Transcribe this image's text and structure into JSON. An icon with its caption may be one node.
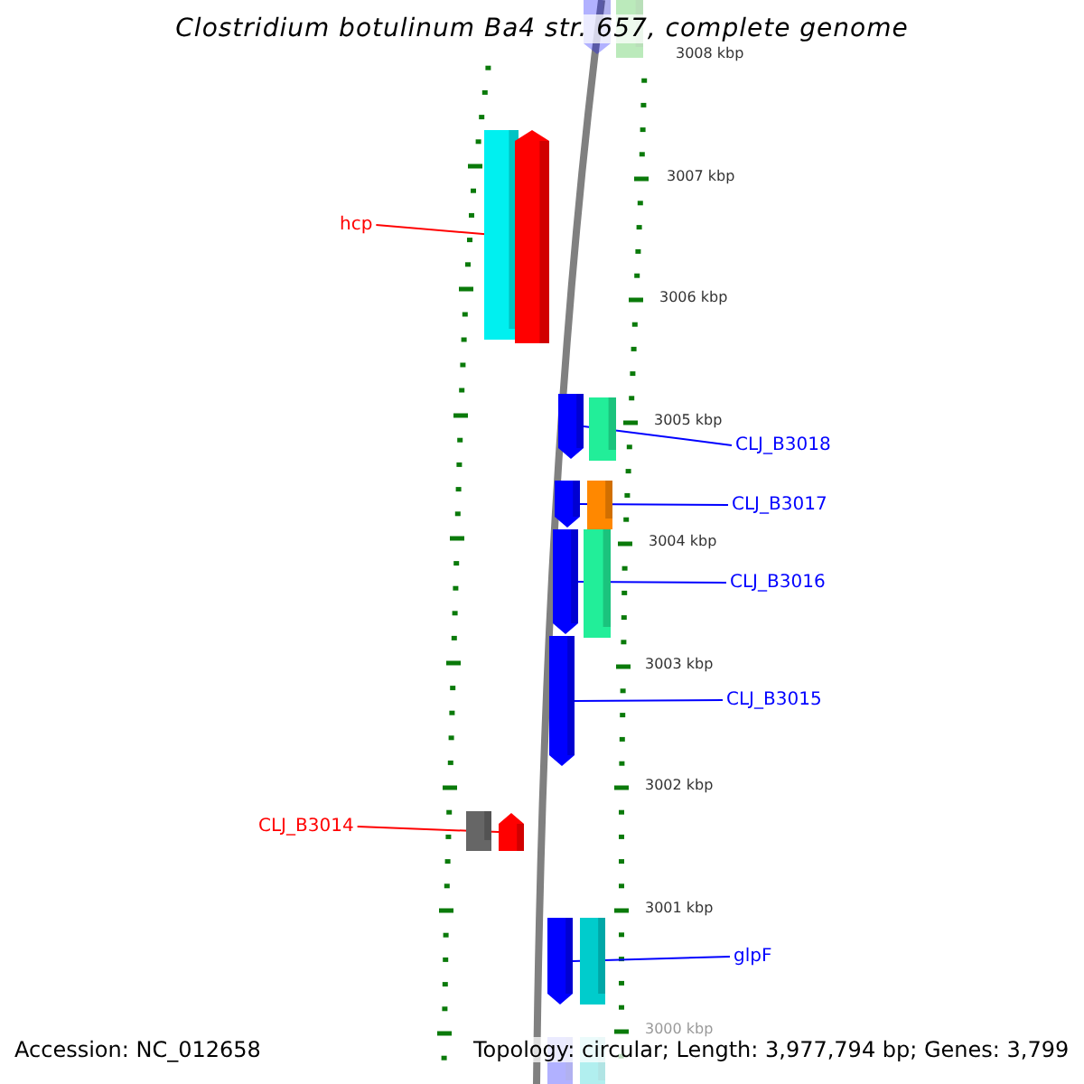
{
  "diagram": {
    "title": "Clostridium botulinum Ba4 str. 657, complete genome",
    "nodes": [
      {
        "text": [],
        "shape": "bar"
      },
      {
        "text": [],
        "shape": "bar"
      },
      {
        "text": [],
        "shape": "bar"
      },
      {
        "text": [],
        "shape": "bar"
      },
      {
        "text": [
          "hcp"
        ]
      },
      {
        "text": [],
        "shape": "bar"
      },
      {
        "text": [],
        "shape": "bar"
      },
      {
        "text": [
          "CLJ_B3018"
        ]
      },
      {
        "text": [],
        "shape": "bar"
      },
      {
        "text": [],
        "shape": "bar"
      },
      {
        "text": [
          "CLJ_B3017"
        ]
      },
      {
        "text": [],
        "shape": "bar"
      },
      {
        "text": [],
        "shape": "bar"
      },
      {
        "text": [
          "CLJ_B3016"
        ]
      },
      {
        "text": [],
        "shape": "bar"
      },
      {
        "text": [
          "CLJ_B3015"
        ]
      },
      {
        "text": [],
        "shape": "bar"
      },
      {
        "text": [],
        "shape": "bar"
      },
      {
        "text": [
          "CLJ_B3014"
        ]
      },
      {
        "text": [],
        "shape": "bar"
      },
      {
        "text": [],
        "shape": "bar"
      },
      {
        "text": [
          "glpF"
        ]
      },
      {
        "text": [],
        "shape": "bar"
      },
      {
        "text": [],
        "shape": "bar"
      }
    ],
    "edges": [
      {
        "from": 4,
        "to": 3,
        "arrow": "none",
        "color": "#ff0000"
      },
      {
        "from": 7,
        "to": 5,
        "arrow": "none"
      },
      {
        "from": 10,
        "to": 8,
        "arrow": "none"
      },
      {
        "from": 13,
        "to": 11,
        "arrow": "none"
      },
      {
        "from": 15,
        "to": 14,
        "arrow": "none"
      },
      {
        "from": 18,
        "to": 17,
        "arrow": "none",
        "color": "#ff0000"
      },
      {
        "from": 21,
        "to": 19,
        "arrow": "none"
      }
    ],
    "labels": [
      "3008 kbp",
      "3007 kbp",
      "3006 kbp",
      "3005 kbp",
      "3004 kbp",
      "3003 kbp",
      "3002 kbp",
      "3001 kbp",
      "3000 kbp",
      "Accession: NC_012658",
      "Topology: circular; Length: 3,977,794 bp; Genes: 3,799"
    ]
  }
}
